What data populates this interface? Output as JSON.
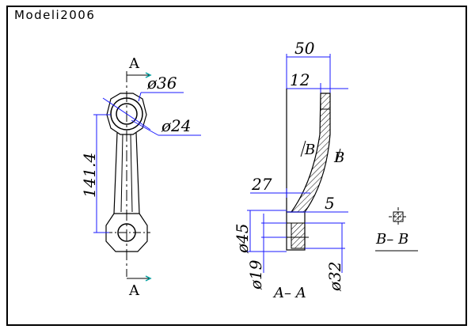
{
  "model_title": "Modeli2006",
  "section_labels": {
    "a_top": "A",
    "a_bottom": "A",
    "b_left": "B",
    "b_right": "B",
    "section_aa": "A– A",
    "section_bb": "B– B"
  },
  "dimensions": {
    "d36": "ø36",
    "d24": "ø24",
    "len": "141.4",
    "w50": "50",
    "w12": "12",
    "w27": "27",
    "w5": "5",
    "d45": "ø45",
    "d19": "ø19",
    "d32": "ø32"
  },
  "colors": {
    "line": "#000000",
    "dim_line": "#1a1aff",
    "hatch": "#000000",
    "arrow_marker": "#00a0a0"
  }
}
